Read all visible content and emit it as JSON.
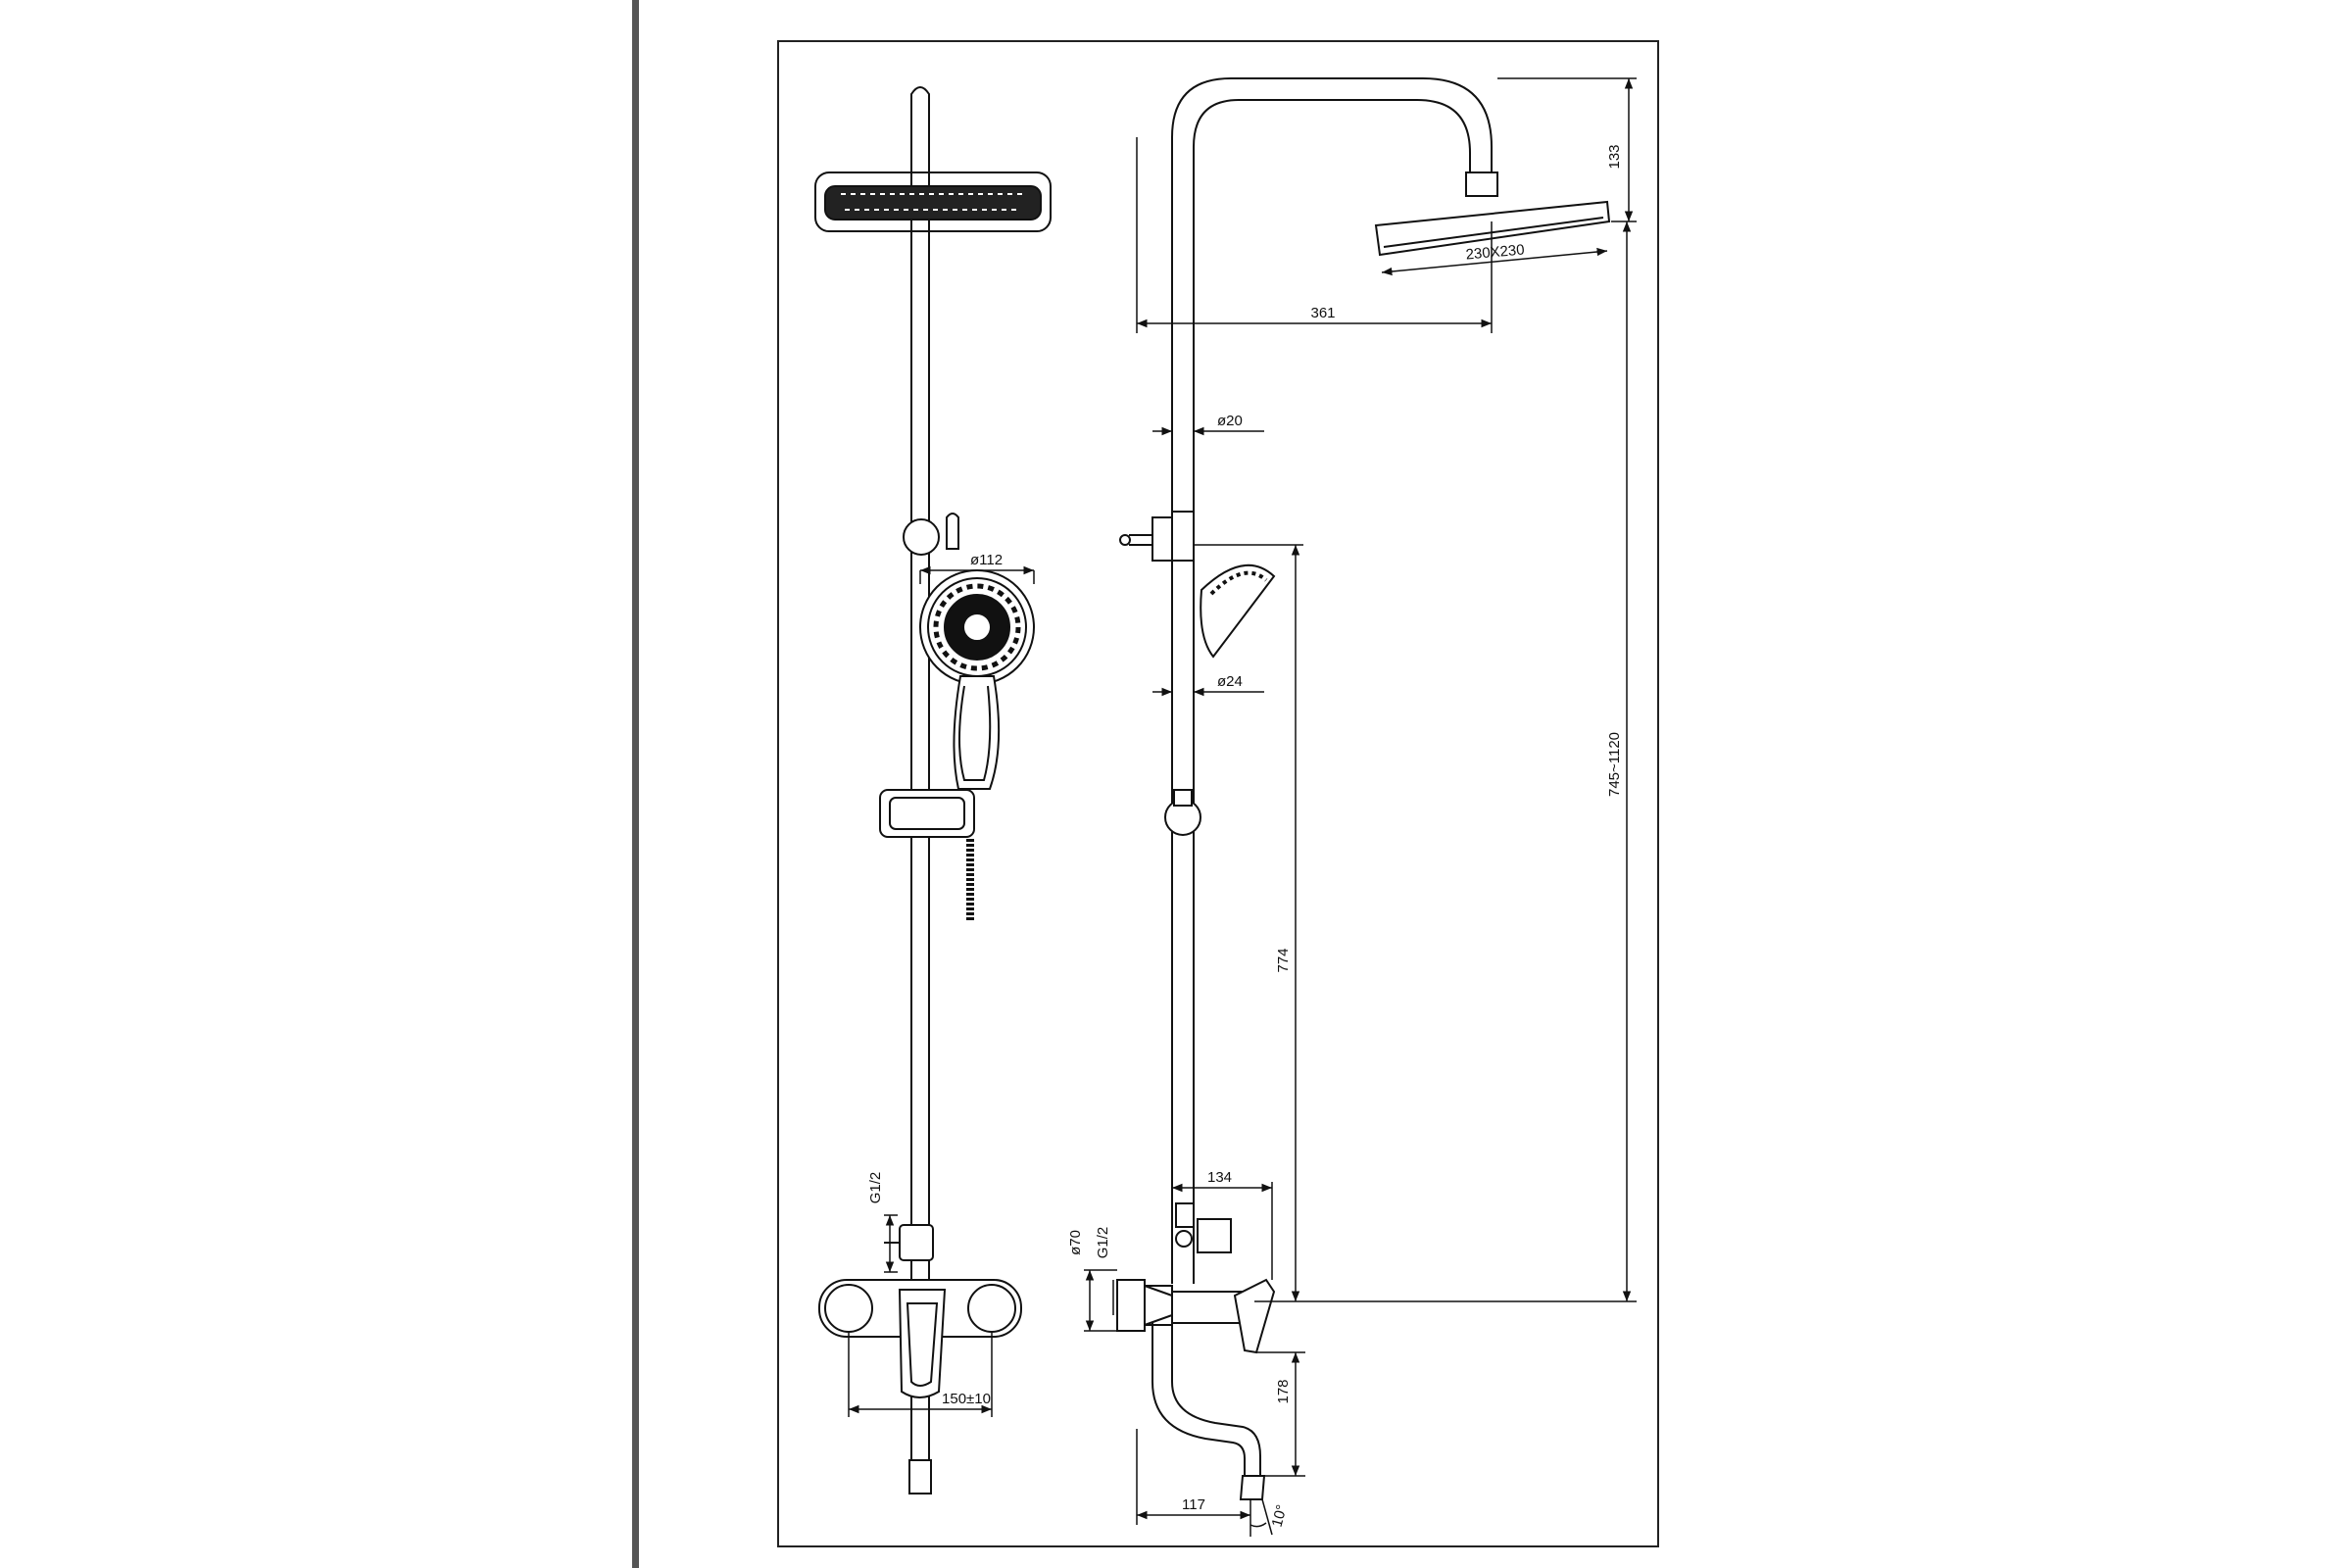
{
  "drawing": {
    "dimensions": {
      "rain_head_height": "133",
      "rain_head_size": "230X230",
      "arm_reach": "361",
      "riser_diameter": "ø20",
      "hand_shower_diameter": "ø112",
      "slide_bar_diameter": "ø24",
      "total_height_range": "745~1120",
      "slide_height": "774",
      "diverter_projection": "134",
      "front_thread": "G1/2",
      "side_thread": "G1/2",
      "escutcheon_diameter": "ø70",
      "centres": "150±10",
      "spout_height": "178",
      "spout_reach": "117",
      "spout_angle": "10°"
    }
  }
}
